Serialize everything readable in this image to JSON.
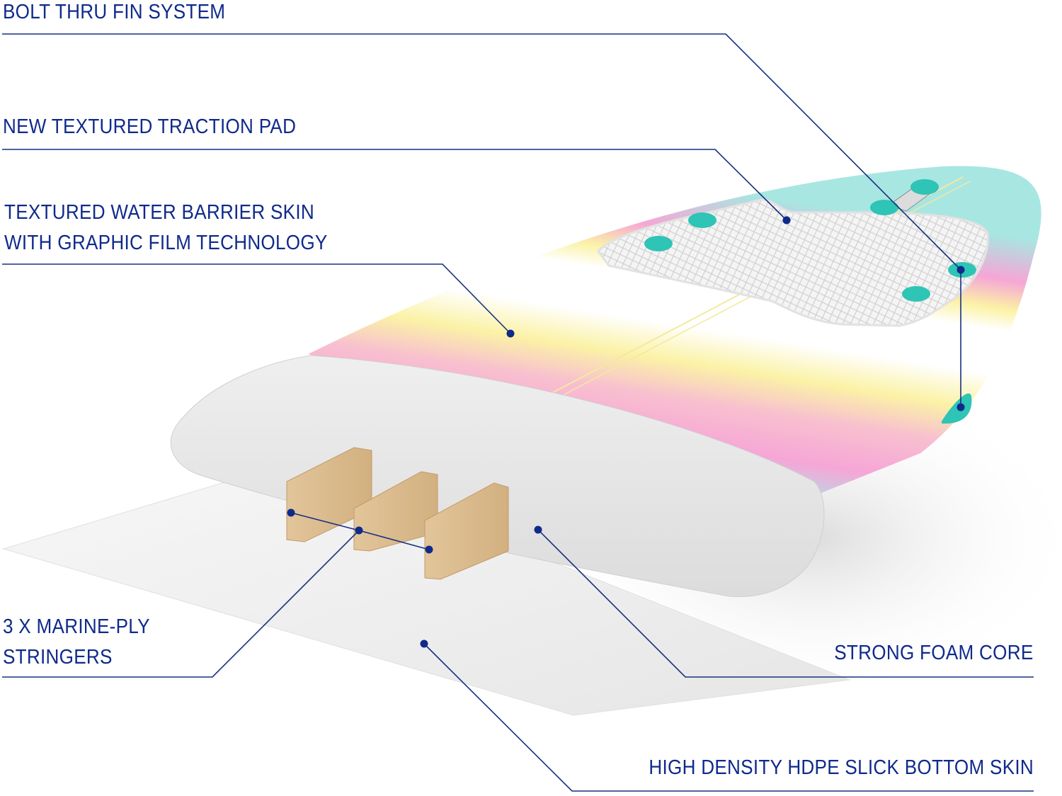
{
  "diagram": {
    "subject": "Soft-top surfboard construction cutaway",
    "accent_color": "#0f2a8a",
    "leader_color": "#17307f",
    "callouts": [
      {
        "id": "fin-system",
        "lines": [
          "BOLT THRU FIN SYSTEM"
        ],
        "align": "left"
      },
      {
        "id": "traction-pad",
        "lines": [
          "NEW TEXTURED TRACTION PAD"
        ],
        "align": "left"
      },
      {
        "id": "water-barrier-skin",
        "lines": [
          "TEXTURED WATER BARRIER SKIN",
          "WITH GRAPHIC FILM TECHNOLOGY"
        ],
        "align": "left"
      },
      {
        "id": "stringers",
        "lines": [
          "3 X MARINE-PLY",
          "STRINGERS"
        ],
        "align": "left"
      },
      {
        "id": "foam-core",
        "lines": [
          "STRONG FOAM CORE"
        ],
        "align": "right"
      },
      {
        "id": "bottom-skin",
        "lines": [
          "HIGH DENSITY HDPE SLICK BOTTOM SKIN"
        ],
        "align": "right"
      }
    ],
    "colors": {
      "teal": "#a8e6e2",
      "fin_plug": "#2ec4b6",
      "pink": "#f6a6d6",
      "yellow": "#fbf2a6",
      "foam": "#e9e9e9",
      "plywood": "#d9b98a",
      "bottom_sheet": "#f2f2f2"
    }
  }
}
